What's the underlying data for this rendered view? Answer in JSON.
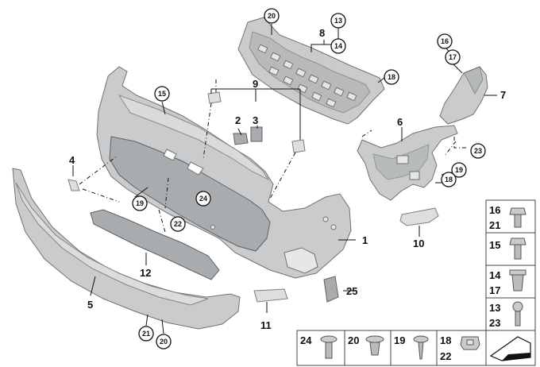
{
  "callouts": {
    "c1": "1",
    "c2": "2",
    "c3": "3",
    "c4": "4",
    "c5": "5",
    "c6": "6",
    "c7": "7",
    "c8": "8",
    "c9": "9",
    "c10": "10",
    "c11": "11",
    "c12": "12",
    "c25": "25"
  },
  "circles": {
    "n20a": "20",
    "n13a": "13",
    "n14a": "14",
    "n18a": "18",
    "n16a": "16",
    "n17a": "17",
    "n15a": "15",
    "n23a": "23",
    "n19a": "19",
    "n18b": "18",
    "n24a": "24",
    "n19b": "19",
    "n22a": "22",
    "n21a": "21",
    "n20b": "20"
  },
  "legend_right": [
    {
      "top": "16",
      "bottom": "21"
    },
    {
      "top": "15",
      "bottom": ""
    },
    {
      "top": "14",
      "bottom": "17"
    },
    {
      "top": "13",
      "bottom": "23"
    }
  ],
  "legend_bottom": [
    {
      "top": "24",
      "bottom": ""
    },
    {
      "top": "20",
      "bottom": ""
    },
    {
      "top": "19",
      "bottom": ""
    },
    {
      "top": "18",
      "bottom": "22"
    }
  ]
}
